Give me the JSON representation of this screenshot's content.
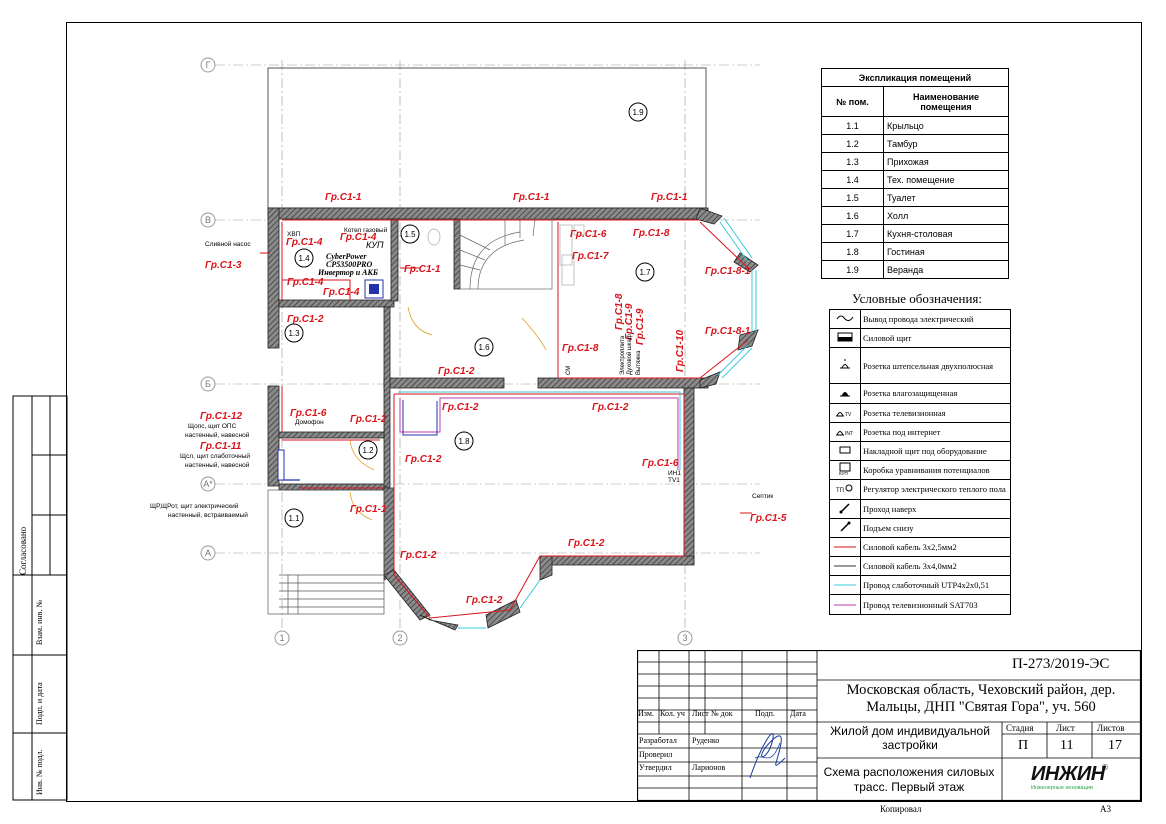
{
  "explication": {
    "title": "Экспликация помещений",
    "col_num": "№ пом.",
    "col_name": "Наименование помещения",
    "rows": [
      {
        "num": "1.1",
        "name": "Крыльцо"
      },
      {
        "num": "1.2",
        "name": "Тамбур"
      },
      {
        "num": "1.3",
        "name": "Прихожая"
      },
      {
        "num": "1.4",
        "name": "Тех. помещение"
      },
      {
        "num": "1.5",
        "name": "Туалет"
      },
      {
        "num": "1.6",
        "name": "Холл"
      },
      {
        "num": "1.7",
        "name": "Кухня-столовая"
      },
      {
        "num": "1.8",
        "name": "Гостиная"
      },
      {
        "num": "1.9",
        "name": "Веранда"
      }
    ]
  },
  "legend": {
    "title": "Условные обозначения:",
    "items": [
      {
        "icon": "wire-outlet-icon",
        "label": "Вывод провода электрический"
      },
      {
        "icon": "power-panel-icon",
        "label": "Силовой щит"
      },
      {
        "icon": "double-socket-icon",
        "label": "Розетка штепсельная двухполюсная"
      },
      {
        "icon": "waterproof-socket-icon",
        "label": "Розетка влагозащищенная"
      },
      {
        "icon": "tv-socket-icon",
        "label": "Розетка телевизионная"
      },
      {
        "icon": "internet-socket-icon",
        "label": "Розетка под интернет"
      },
      {
        "icon": "equipment-panel-icon",
        "label": "Накладной щит под оборудование"
      },
      {
        "icon": "equipotential-box-icon",
        "label": "Коробка уравнивания потенциалов"
      },
      {
        "icon": "floor-heating-regulator-icon",
        "label": "Регулятор электрического теплого пола"
      },
      {
        "icon": "pass-up-icon",
        "label": "Проход наверх"
      },
      {
        "icon": "rise-from-below-icon",
        "label": "Подъем снизу"
      },
      {
        "icon": "cable-red-icon",
        "label": "Силовой кабель 3х2,5мм2"
      },
      {
        "icon": "cable-dark-icon",
        "label": "Силовой кабель 3х4,0мм2"
      },
      {
        "icon": "cable-cyan-icon",
        "label": "Провод слаботочный UTP4х2х0,51"
      },
      {
        "icon": "cable-magenta-icon",
        "label": "Провод телевизионный SAT703"
      }
    ]
  },
  "plan": {
    "axes_letters": [
      "Г",
      "В",
      "Б",
      "А*",
      "А"
    ],
    "axes_numbers": [
      "1",
      "2",
      "3"
    ],
    "room_tags": [
      "1.1",
      "1.2",
      "1.3",
      "1.4",
      "1.5",
      "1.6",
      "1.7",
      "1.8",
      "1.9"
    ],
    "groups": {
      "g1": "Гр.С1-1",
      "g2": "Гр.С1-2",
      "g3": "Гр.С1-3",
      "g4": "Гр.С1-4",
      "g5": "Гр.С1-5",
      "g6": "Гр.С1-6",
      "g7": "Гр.С1-7",
      "g8": "Гр.С1-8",
      "g9": "Гр.С1-9",
      "g10": "Гр.С1-10",
      "g11": "Гр.С1-11",
      "g12": "Гр.С1-12",
      "g8_1": "Гр.С1-8-1"
    },
    "notes": {
      "pump": "Сливной насос",
      "xvp": "ХВП",
      "boiler": "Котел газовый",
      "kup": "КУП",
      "ups1": "CyberPower",
      "ups2": "CP53500PRO",
      "ups3": "Инвертор и АКБ",
      "doorphone": "Домофон",
      "opc1": "Щопс, щит ОПС",
      "opc2": "настенный, навесной",
      "sl1": "Щсл, щит слаботочный",
      "sl2": "настенный, навесной",
      "shr1": "ЩР,ЩРот, щит электрический",
      "shr2": "настенный, встраиваемый",
      "washer": "Септик",
      "tv1": "ТV1",
      "int1": "ИН1",
      "hood": "Вытяжка",
      "sh": "СМ",
      "plita": "Электроплита",
      "duh": "Духовой шкаф"
    }
  },
  "side_stamp": {
    "agreed": "Согласовано",
    "inv_replace": "Взам. инв. №",
    "sign_date": "Подп. и дата",
    "inv_orig": "Инв. № подл."
  },
  "title_block": {
    "code": "П-273/2019-ЭС",
    "address": "Московская область, Чеховский район, дер. Мальцы, ДНП \"Святая Гора\", уч. 560",
    "object": "Жилой дом индивидуальной застройки",
    "sheet_title": "Схема расположения силовых трасс. Первый этаж",
    "cols": [
      "Изм.",
      "Кол. уч",
      "Лист",
      "№ док",
      "Подп.",
      "Дата"
    ],
    "roles": [
      {
        "role": "Разработал",
        "name": "Руденко"
      },
      {
        "role": "Проверил",
        "name": ""
      },
      {
        "role": "Утвердил",
        "name": "Ларионов"
      }
    ],
    "stage_label": "Стадия",
    "sheet_label": "Лист",
    "sheets_label": "Листов",
    "stage": "П",
    "sheet": "11",
    "sheets": "17",
    "logo": "ИНЖИН",
    "logo_sub": "Инженерные инновации",
    "copied": "Копировал",
    "format": "А3"
  },
  "colors": {
    "power": "#d9131a",
    "lowcurrent": "#39c8dc",
    "tv": "#c23aa8",
    "wall": "#4a4a4a",
    "logo_green": "#2aa34a"
  }
}
